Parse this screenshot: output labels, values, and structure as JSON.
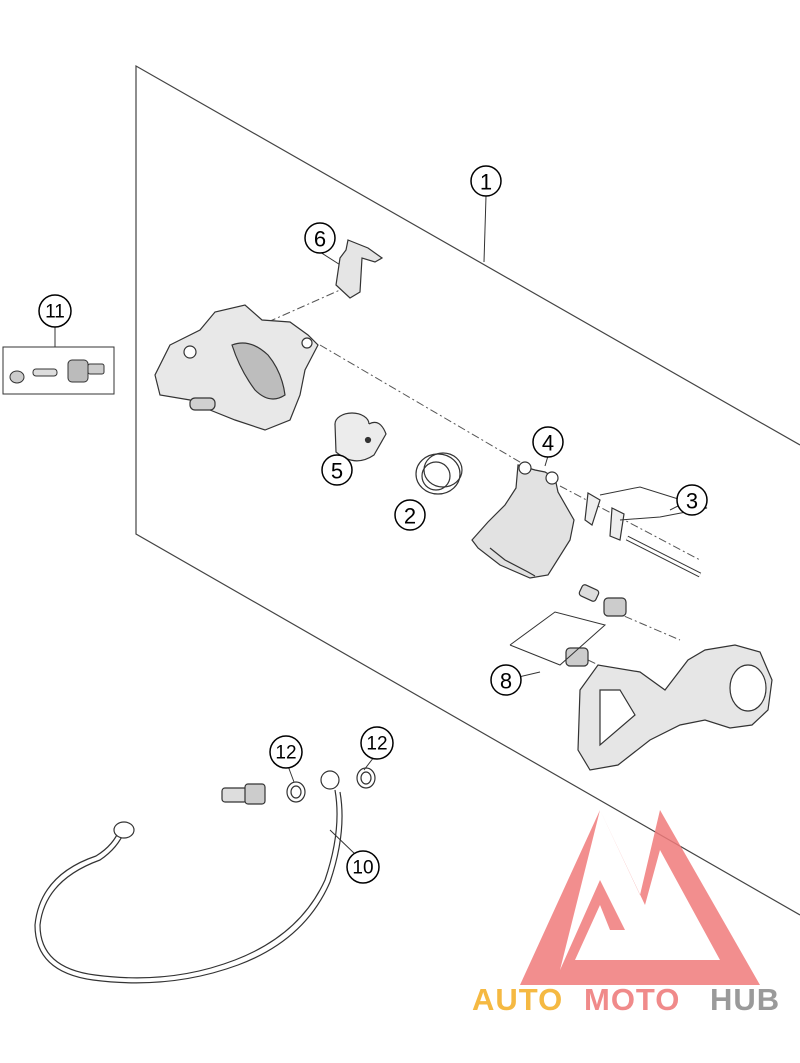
{
  "callouts": [
    {
      "id": "1",
      "label": "1"
    },
    {
      "id": "2",
      "label": "2"
    },
    {
      "id": "3",
      "label": "3"
    },
    {
      "id": "4",
      "label": "4"
    },
    {
      "id": "5",
      "label": "5"
    },
    {
      "id": "6",
      "label": "6"
    },
    {
      "id": "8",
      "label": "8"
    },
    {
      "id": "10",
      "label": "10"
    },
    {
      "id": "11",
      "label": "11"
    },
    {
      "id": "12a",
      "label": "12"
    },
    {
      "id": "12b",
      "label": "12"
    }
  ],
  "watermark": {
    "part1": "AUTO",
    "part2": "MOTO",
    "part3": "HUB",
    "color_part1": "#f5b942",
    "color_part2": "#f08a8a",
    "color_part3": "#9a9a9a",
    "logo_color": "#f07a7a"
  }
}
